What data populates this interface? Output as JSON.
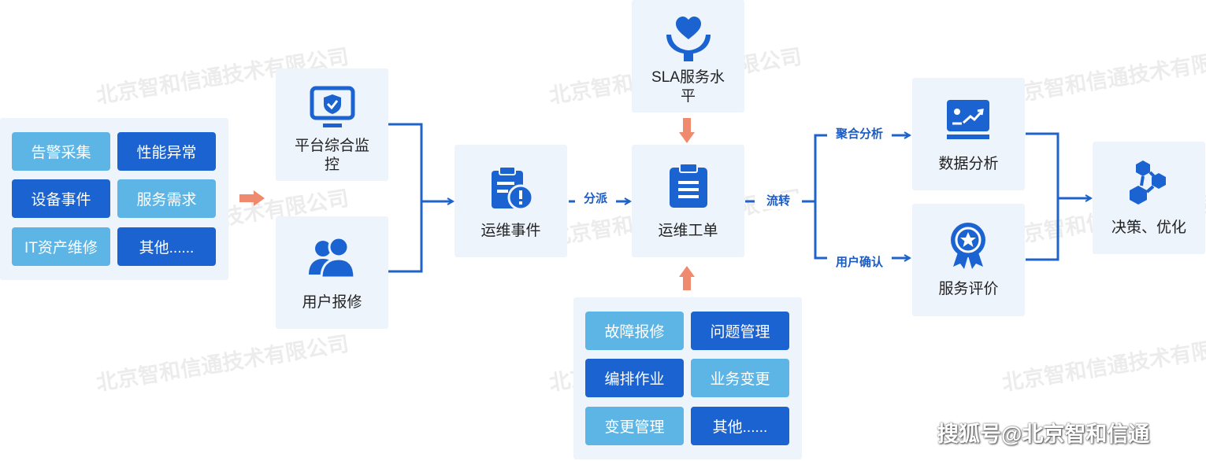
{
  "watermark": "北京智和信通技术有限公司",
  "sources": {
    "chips": [
      "告警采集",
      "性能异常",
      "设备事件",
      "服务需求",
      "IT资产维修",
      "其他......"
    ]
  },
  "nodes": {
    "platform_monitor": "平台综合监控",
    "user_repair": "用户报修",
    "ops_event": "运维事件",
    "sla": "SLA服务水平",
    "ops_ticket": "运维工单",
    "data_analysis": "数据分析",
    "service_eval": "服务评价",
    "decision": "决策、优化"
  },
  "tags": {
    "dispatch": "分派",
    "transfer": "流转",
    "aggregate": "聚合分析",
    "user_confirm": "用户确认"
  },
  "processes": {
    "chips": [
      "故障报修",
      "问题管理",
      "编排作业",
      "业务变更",
      "变更管理",
      "其他......"
    ]
  },
  "credit": "搜狐号@北京智和信通",
  "colors": {
    "light": "#5db5e6",
    "dark": "#1c63d2",
    "line": "#1f63c8",
    "arrow_orange": "#ef8a6f"
  }
}
